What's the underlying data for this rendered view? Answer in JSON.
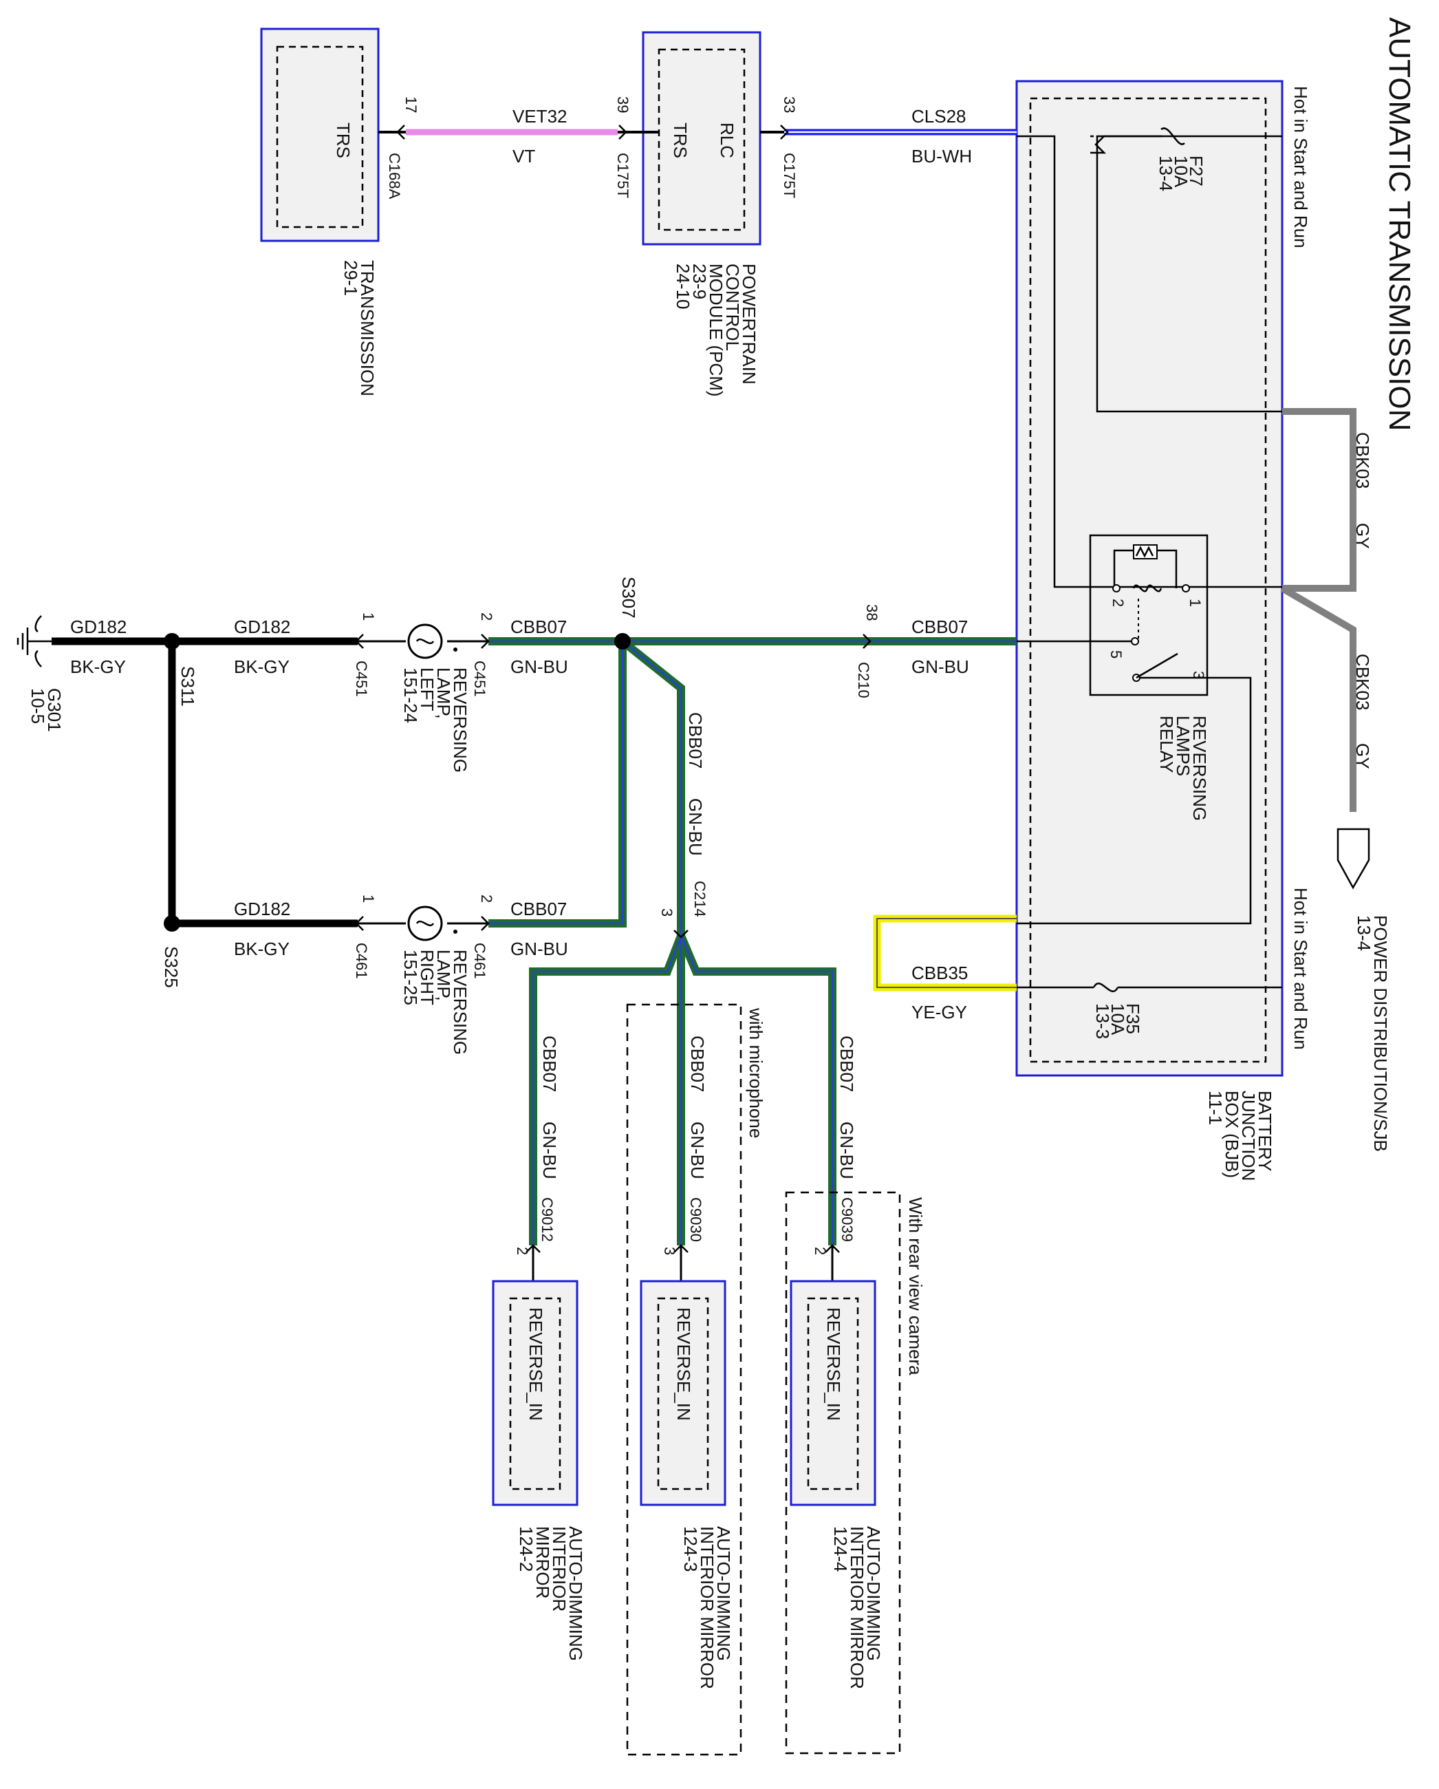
{
  "title": "AUTOMATIC TRANSMISSION",
  "wire_colors": {
    "VT": "#e88be8",
    "BU-WH": "#1a1aff",
    "GN-BU": "#1e6b2e",
    "GN-BU_stripe": "#2a3fd6",
    "BK-GY": "#111111",
    "GY": "#808080",
    "YE-GY": "#f0f000",
    "module_border": "#1d1dd6",
    "module_fill": "#f1f1f1"
  },
  "modules": {
    "transmission": {
      "pin_label": "TRS",
      "name": "TRANSMISSION",
      "ref": "29-1"
    },
    "pcm": {
      "pin_labels": [
        "RLC",
        "TRS"
      ],
      "name_lines": [
        "POWERTRAIN",
        "CONTROL",
        "MODULE (PCM)"
      ],
      "refs": [
        "23-9",
        "24-10"
      ]
    },
    "bjb": {
      "name_lines": [
        "BATTERY",
        "JUNCTION",
        "BOX (BJB)"
      ],
      "ref": "11-1",
      "hot_top": "Hot in Start and Run",
      "hot_bottom": "Hot in Start and Run"
    },
    "power_dist": {
      "name": "POWER DISTRIBUTION/SJB",
      "ref": "13-4"
    },
    "mirror_1": {
      "pin_label": "REVERSE_IN",
      "name_lines": [
        "AUTO-DIMMING",
        "INTERIOR",
        "MIRROR"
      ],
      "ref": "124-2"
    },
    "mirror_2": {
      "pin_label": "REVERSE_IN",
      "name_lines": [
        "AUTO-DIMMING",
        "INTERIOR MIRROR"
      ],
      "ref": "124-3",
      "option": "with microphone"
    },
    "mirror_3": {
      "pin_label": "REVERSE_IN",
      "name_lines": [
        "AUTO-DIMMING",
        "INTERIOR MIRROR"
      ],
      "ref": "124-4",
      "option": "With rear view camera"
    }
  },
  "fuses": {
    "f27": {
      "name": "F27",
      "rating": "10A",
      "ref": "13-4"
    },
    "f35": {
      "name": "F35",
      "rating": "10A",
      "ref": "13-3"
    }
  },
  "relay": {
    "name_lines": [
      "REVERSING",
      "LAMPS",
      "RELAY"
    ],
    "pins": [
      "1",
      "2",
      "3",
      "5"
    ]
  },
  "lamps": {
    "left": {
      "name_lines": [
        "REVERSING",
        "LAMP,",
        "LEFT"
      ],
      "ref": "151-24"
    },
    "right": {
      "name_lines": [
        "REVERSING",
        "LAMP,",
        "RIGHT"
      ],
      "ref": "151-25"
    }
  },
  "wires": {
    "vet32": {
      "circuit": "VET32",
      "color": "VT"
    },
    "cls28": {
      "circuit": "CLS28",
      "color": "BU-WH"
    },
    "cbk03": {
      "circuit": "CBK03",
      "color": "GY"
    },
    "cbb07": {
      "circuit": "CBB07",
      "color": "GN-BU"
    },
    "cbb35": {
      "circuit": "CBB35",
      "color": "YE-GY"
    },
    "gd182": {
      "circuit": "GD182",
      "color": "BK-GY"
    }
  },
  "connectors": {
    "c168a": {
      "id": "C168A",
      "pin": "17"
    },
    "c175t_39": {
      "id": "C175T",
      "pin": "39"
    },
    "c175t_33": {
      "id": "C175T",
      "pin": "33"
    },
    "c210": {
      "id": "C210",
      "pin": "38"
    },
    "c451_2": {
      "id": "C451",
      "pin": "2"
    },
    "c451_1": {
      "id": "C451",
      "pin": "1"
    },
    "c461_2": {
      "id": "C461",
      "pin": "2"
    },
    "c461_1": {
      "id": "C461",
      "pin": "1"
    },
    "c214": {
      "id": "C214",
      "pin": "3"
    },
    "c9012": {
      "id": "C9012",
      "pin": "2"
    },
    "c9030": {
      "id": "C9030",
      "pin": "3"
    },
    "c9039": {
      "id": "C9039",
      "pin": "2"
    }
  },
  "splices": {
    "s307": "S307",
    "s311": "S311",
    "s325": "S325"
  },
  "ground": {
    "id": "G301",
    "ref": "10-5"
  }
}
